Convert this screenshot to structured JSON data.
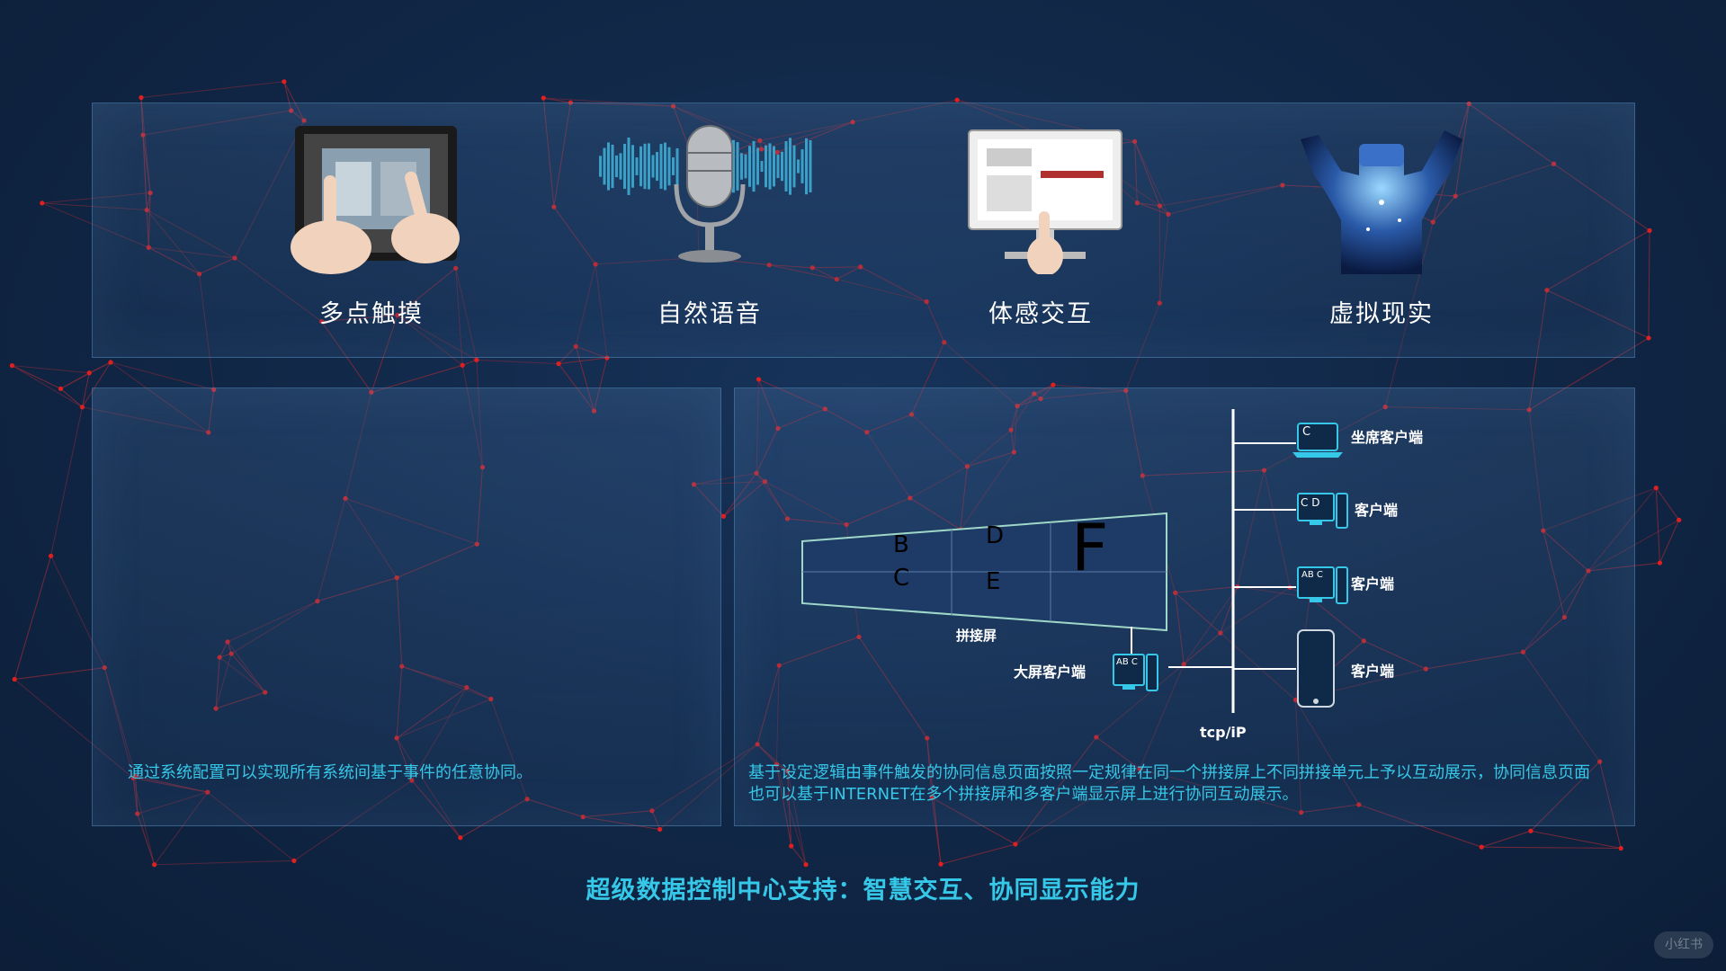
{
  "features": [
    {
      "label": "多点触摸",
      "icon": "multi-touch-icon"
    },
    {
      "label": "自然语音",
      "icon": "microphone-icon"
    },
    {
      "label": "体感交互",
      "icon": "motion-interaction-icon"
    },
    {
      "label": "虚拟现实",
      "icon": "vr-headset-icon"
    }
  ],
  "left_panel": {
    "caption": "通过系统配置可以实现所有系统间基于事件的任意协同。"
  },
  "right_panel": {
    "caption": "基于设定逻辑由事件触发的协同信息页面按照一定规律在同一个拼接屏上不同拼接单元上予以互动展示，协同信息页面也可以基于INTERNET在多个拼接屏和多客户端显示屏上进行协同互动展示。",
    "diagram": {
      "screen_label": "拼接屏",
      "screen_letters": [
        "B",
        "C",
        "D",
        "E",
        "F"
      ],
      "bigscreen_client_label": "大屏客户端",
      "bigscreen_client_icon_text": "AB C",
      "network_label": "tcp/iP",
      "clients": [
        {
          "label": "坐席客户端",
          "icon": "laptop-icon",
          "screen_text": "C"
        },
        {
          "label": "客户端",
          "icon": "desktop-icon",
          "screen_text": "C D"
        },
        {
          "label": "客户端",
          "icon": "desktop-icon",
          "screen_text": "AB C"
        },
        {
          "label": "客户端",
          "icon": "phone-icon",
          "screen_text": ""
        }
      ]
    }
  },
  "bottom_title": "超级数据控制中心支持：智慧交互、协同显示能力",
  "watermark": "小红书",
  "colors": {
    "background": "#0f2340",
    "accent": "#36c8e8",
    "network_dot": "#e02020",
    "network_line": "#8a2a3a",
    "screen_fill": "#1e3a66",
    "screen_border": "#9fd8c8"
  }
}
